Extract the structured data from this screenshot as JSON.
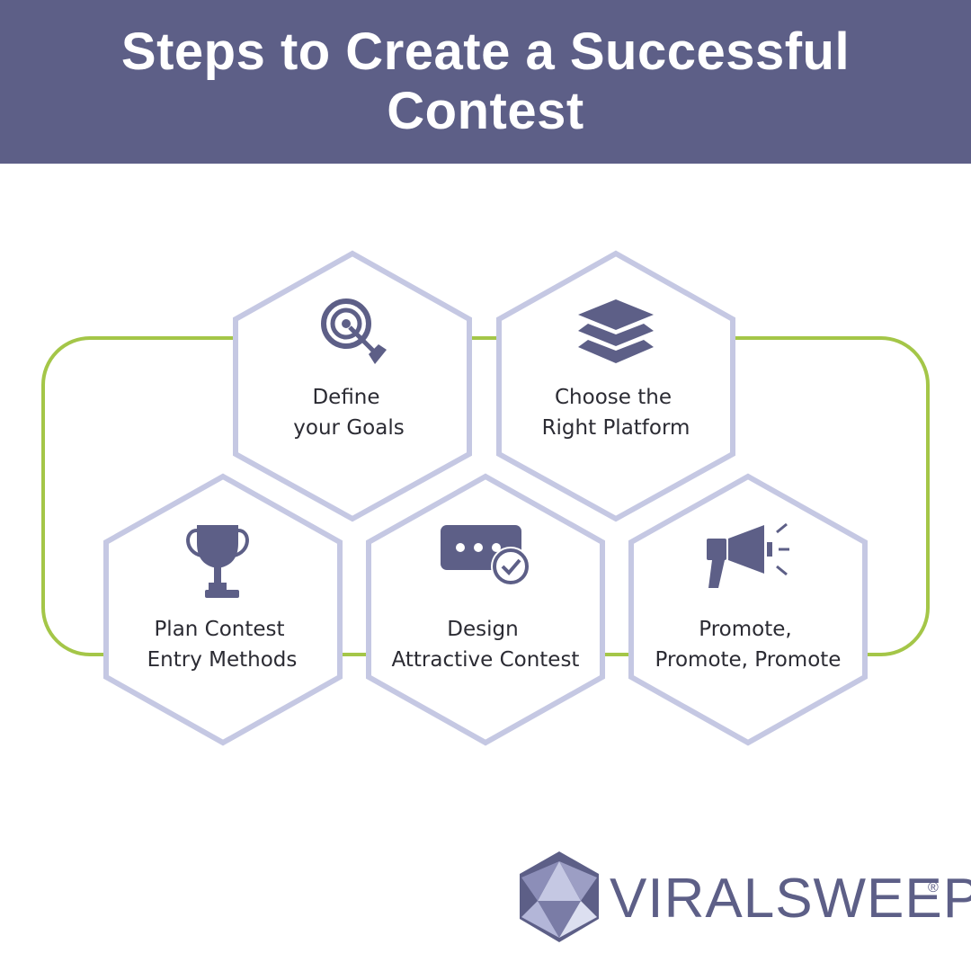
{
  "header": {
    "title": "Steps to Create a Successful Contest"
  },
  "colors": {
    "header_bg": "#5d5f87",
    "hex_border": "#c5c8e3",
    "connector": "#a4c648",
    "icon": "#5d5f87",
    "text": "#2b2b33"
  },
  "steps": [
    {
      "icon": "target-icon",
      "line1": "Define",
      "line2": "your Goals"
    },
    {
      "icon": "layers-icon",
      "line1": "Choose the",
      "line2": "Right Platform"
    },
    {
      "icon": "trophy-icon",
      "line1": "Plan Contest",
      "line2": "Entry Methods"
    },
    {
      "icon": "chat-check-icon",
      "line1": "Design",
      "line2": "Attractive Contest"
    },
    {
      "icon": "megaphone-icon",
      "line1": "Promote,",
      "line2": "Promote, Promote"
    }
  ],
  "brand": {
    "name": "VIRALSWEEP",
    "registered": "®"
  }
}
